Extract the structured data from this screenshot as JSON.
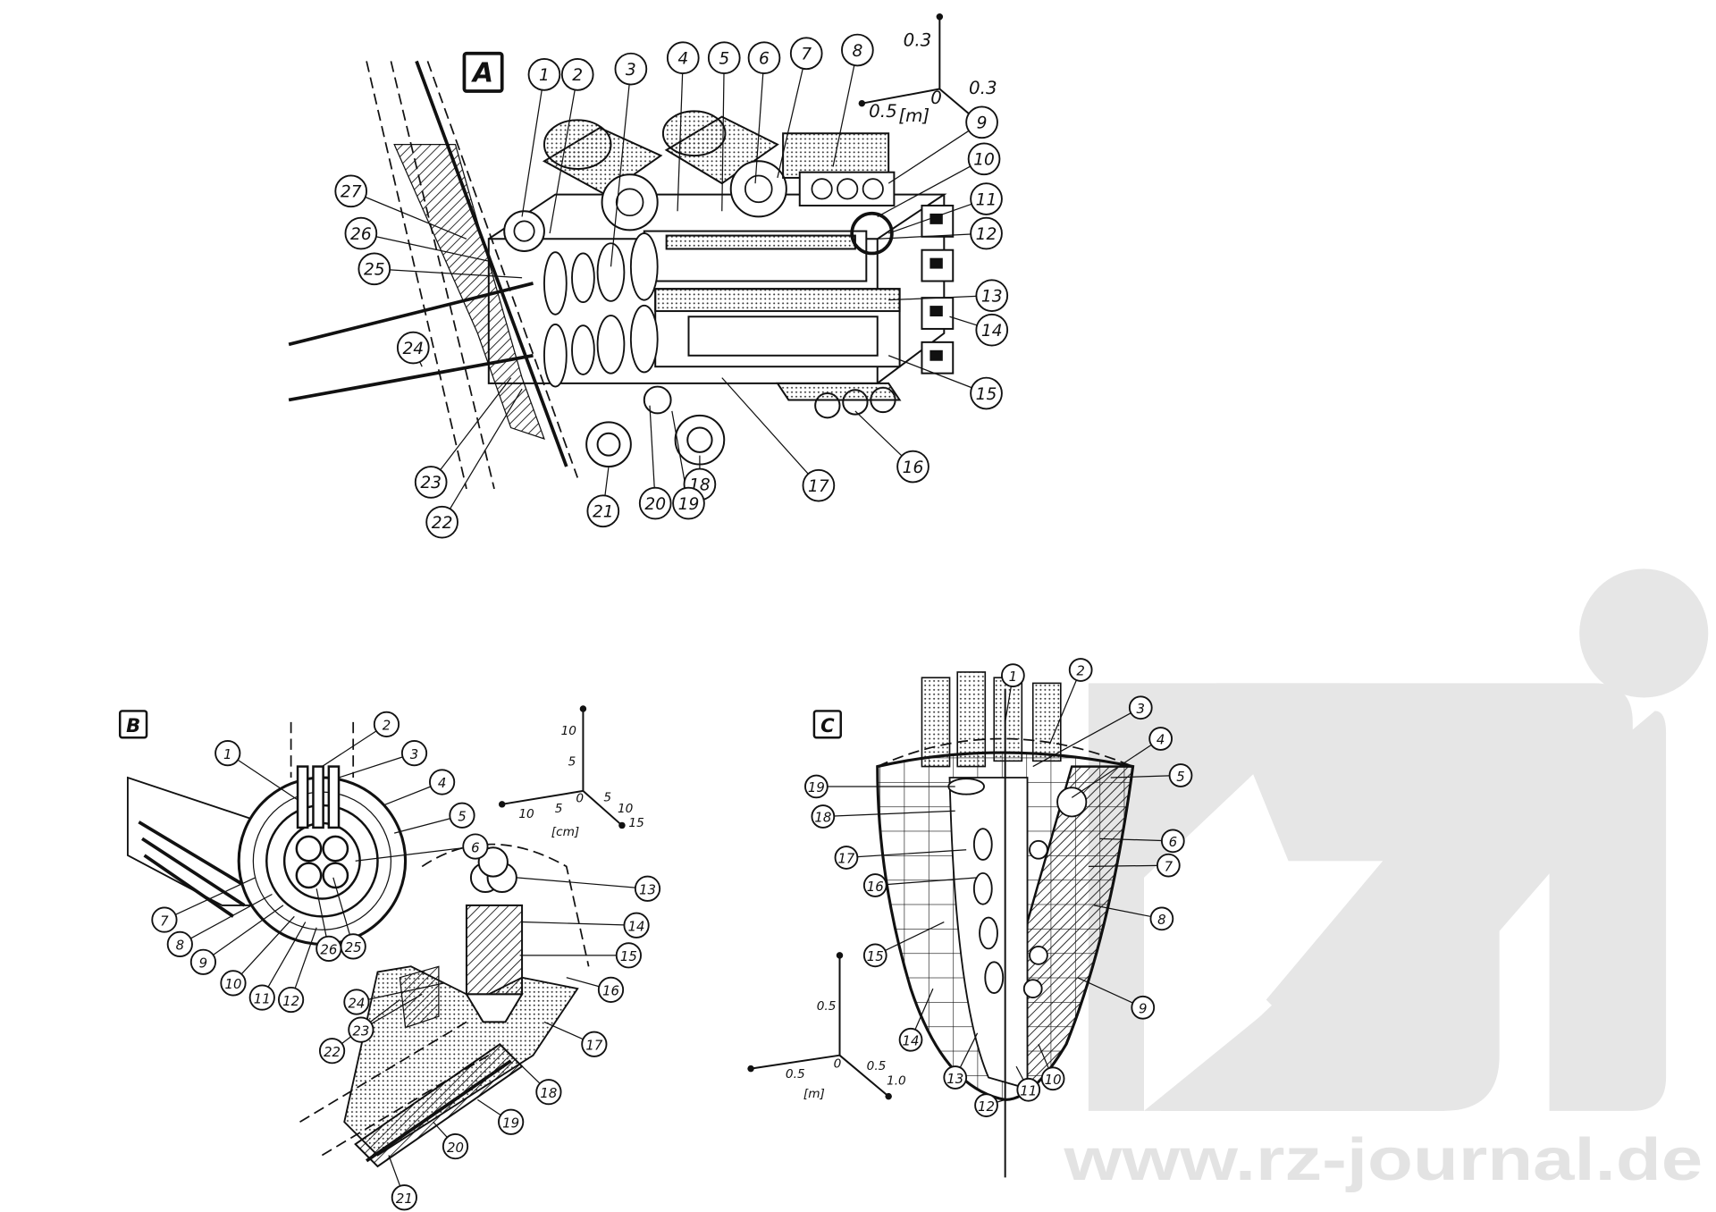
{
  "watermark": {
    "text": "www.rz-journal.de",
    "logo": "rzi",
    "color": "#e4e4e4"
  },
  "panels": [
    {
      "id": "A",
      "letter": "A",
      "callouts": [
        "1",
        "2",
        "3",
        "4",
        "5",
        "6",
        "7",
        "8",
        "9",
        "10",
        "11",
        "12",
        "13",
        "14",
        "15",
        "16",
        "17",
        "18",
        "19",
        "20",
        "21",
        "22",
        "23",
        "24",
        "25",
        "26",
        "27"
      ],
      "axis": {
        "z_tick": "0.3",
        "x_tick": "0.5",
        "unit": "[m]",
        "origin": "0",
        "y_tick": "0.3"
      }
    },
    {
      "id": "B",
      "letter": "B",
      "callouts": [
        "1",
        "2",
        "3",
        "4",
        "5",
        "6",
        "7",
        "8",
        "9",
        "10",
        "11",
        "12",
        "13",
        "14",
        "15",
        "16",
        "17",
        "18",
        "19",
        "20",
        "21",
        "22",
        "23",
        "24",
        "25",
        "26"
      ],
      "axis": {
        "z_ticks": [
          "10",
          "5"
        ],
        "x_ticks": [
          "10",
          "5"
        ],
        "origin": "0",
        "y_ticks": [
          "5",
          "10",
          "15"
        ],
        "unit": "[cm]"
      }
    },
    {
      "id": "C",
      "letter": "C",
      "callouts": [
        "1",
        "2",
        "3",
        "4",
        "5",
        "6",
        "7",
        "8",
        "9",
        "10",
        "11",
        "12",
        "13",
        "14",
        "15",
        "16",
        "17",
        "18",
        "19"
      ],
      "axis": {
        "z_tick": "0.5",
        "x_tick": "0.5",
        "origin": "0",
        "y_ticks": [
          "0.5",
          "1.0"
        ],
        "unit": "[m]"
      }
    }
  ]
}
